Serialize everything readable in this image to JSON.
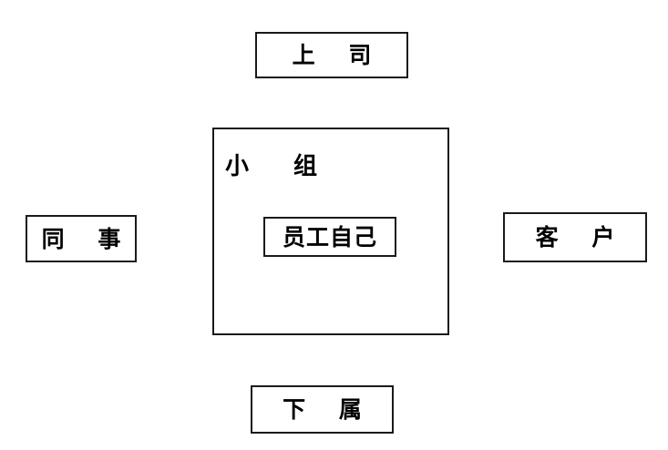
{
  "diagram": {
    "title": "employee-relationship-map",
    "background_color": "#ffffff",
    "border_color": "#1a1a1a",
    "text_color": "#000000",
    "nodes": {
      "supervisor": {
        "label": "上 司"
      },
      "colleagues": {
        "label": "同 事"
      },
      "customers": {
        "label": "客 户"
      },
      "subordinates": {
        "label": "下 属"
      },
      "group": {
        "label": "小 组"
      },
      "employee": {
        "label": "员工自己"
      }
    }
  }
}
